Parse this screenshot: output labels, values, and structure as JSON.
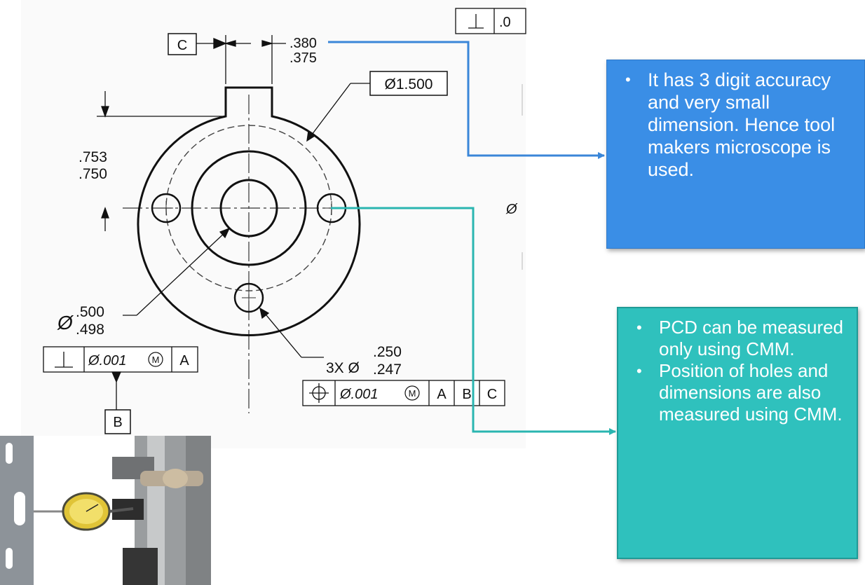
{
  "colors": {
    "blue_box": "#3a8ee6",
    "teal_box": "#2fc1bd",
    "blue_leader": "#3a86d8",
    "teal_leader": "#2ab5b0",
    "ink": "#111111"
  },
  "drawing": {
    "datum_c": "C",
    "datum_b": "B",
    "slot_width_upper": ".380",
    "slot_width_lower": ".375",
    "top_frame_partial": ".0",
    "pcd_callout": "Ø1.500",
    "height_upper": ".753",
    "height_lower": ".750",
    "side_partial": "Ø",
    "bore_symbol": "Ø",
    "bore_upper": ".500",
    "bore_lower": ".498",
    "bore_frame": {
      "symbol": "⊥",
      "tolerance": "Ø.001",
      "modifier": "M",
      "datum": "A"
    },
    "holes_count": "3X Ø",
    "holes_upper": ".250",
    "holes_lower": ".247",
    "holes_frame": {
      "symbol": "⌖",
      "tolerance": "Ø.001",
      "modifier": "M",
      "datums": [
        "A",
        "B",
        "C"
      ]
    }
  },
  "callouts": {
    "blue": {
      "bullets": [
        "It has 3 digit accuracy and very small dimension. Hence tool makers microscope is used."
      ]
    },
    "teal": {
      "bullets": [
        "PCD can be measured only using CMM.",
        "Position of holes and dimensions are also measured using CMM."
      ]
    }
  },
  "photo": {
    "icon": "dial-indicator-photo"
  }
}
